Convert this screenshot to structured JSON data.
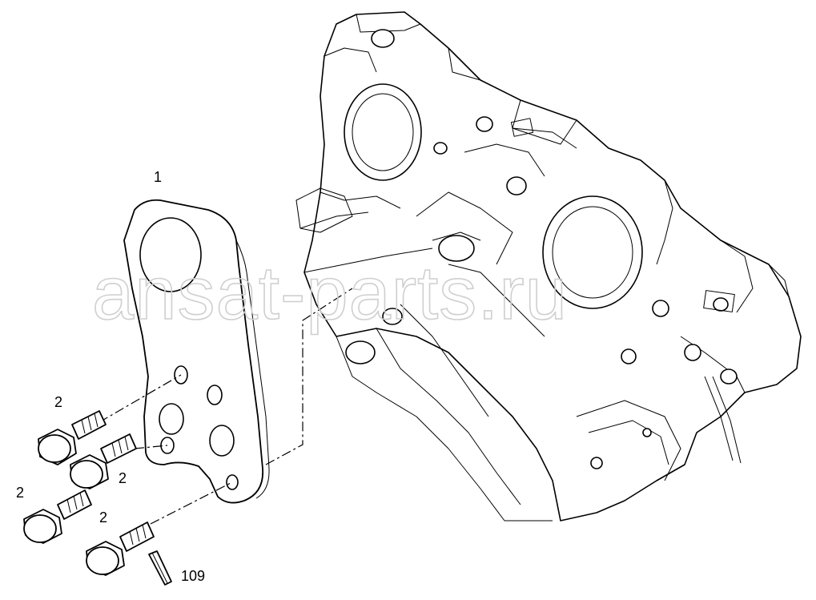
{
  "diagram": {
    "callouts": [
      {
        "id": "1",
        "label": "1"
      },
      {
        "id": "2a",
        "label": "2"
      },
      {
        "id": "2b",
        "label": "2"
      },
      {
        "id": "2c",
        "label": "2"
      },
      {
        "id": "2d",
        "label": "2"
      },
      {
        "id": "109",
        "label": "109"
      }
    ],
    "watermark": "ansat-parts.ru",
    "colors": {
      "line": "#000000",
      "background": "#ffffff",
      "watermark": "#cfcfcf"
    }
  }
}
